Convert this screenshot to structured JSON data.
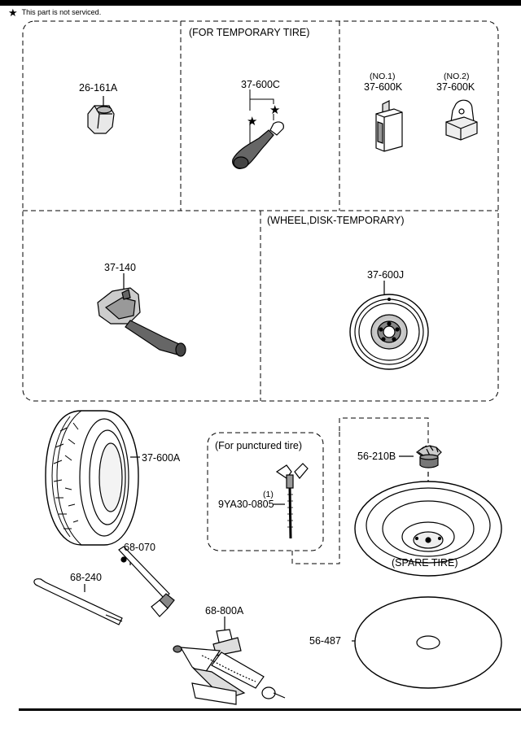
{
  "note": {
    "symbol": "★",
    "text": "This part is not serviced."
  },
  "captions": {
    "temporary_tire": "(FOR TEMPORARY TIRE)",
    "wheel_disk_temporary": "(WHEEL,DISK-TEMPORARY)",
    "punctured_tire": "(For punctured tire)",
    "spare_tire": "(SPARE TIRE)"
  },
  "parts": {
    "p26_161A": "26-161A",
    "p37_600C": "37-600C",
    "p37_600K_1": {
      "sub": "(NO.1)",
      "num": "37-600K"
    },
    "p37_600K_2": {
      "sub": "(NO.2)",
      "num": "37-600K"
    },
    "p37_140": "37-140",
    "p37_600J": "37-600J",
    "p37_600A": "37-600A",
    "p9YA30": {
      "qty": "(1)",
      "num": "9YA30-0805"
    },
    "p56_210B": "56-210B",
    "p56_487": "56-487",
    "p68_070": "68-070",
    "p68_240": "68-240",
    "p68_800A": "68-800A"
  },
  "icons": [
    "star-icon",
    "nut-icon",
    "valve-stem-icon",
    "weight-clip-icon",
    "tpms-sensor-icon",
    "temporary-wheel-icon",
    "tire-icon",
    "sealant-nozzle-icon",
    "spare-tire-bolt-icon",
    "spare-tire-well-icon",
    "mat-icon",
    "lug-wrench-icon",
    "jack-handle-icon",
    "scissor-jack-icon"
  ]
}
